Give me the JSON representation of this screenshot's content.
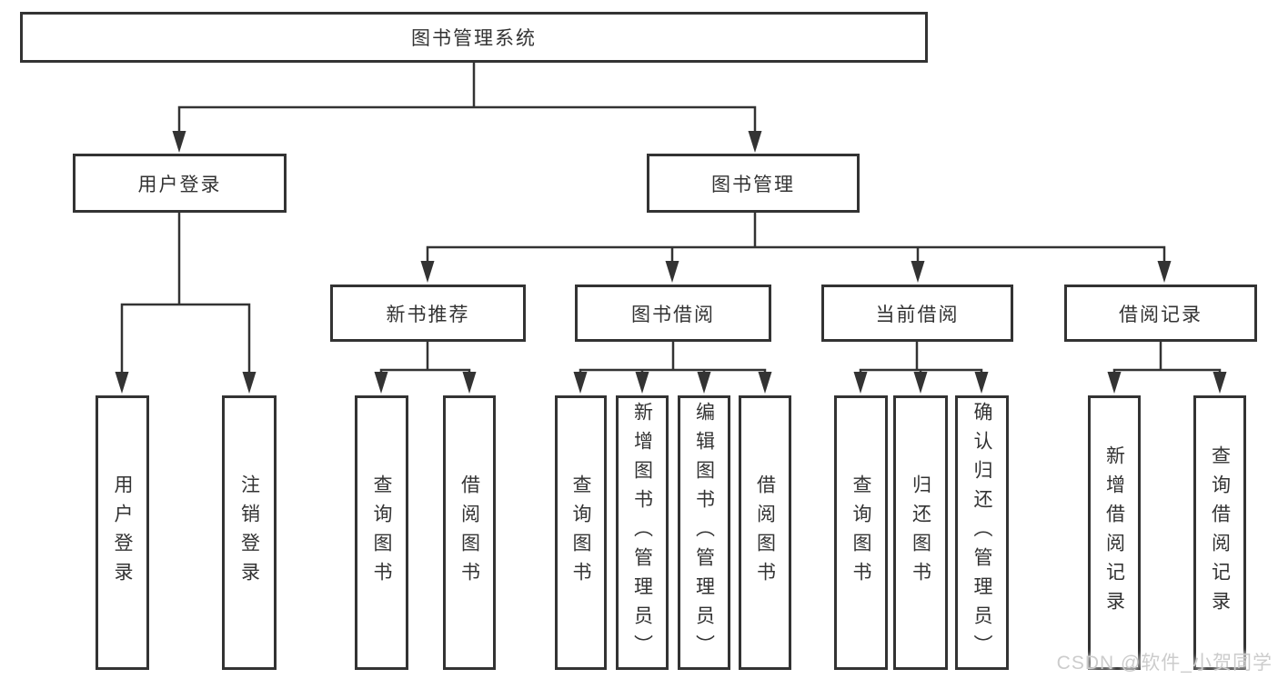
{
  "diagram_type": "hierarchy-tree",
  "colors": {
    "line": "#333333",
    "box_border": "#333333",
    "text": "#333333",
    "background": "#ffffff",
    "watermark": "#cccccc"
  },
  "watermark": {
    "text": "CSDN @软件_小贺同学"
  },
  "tree": {
    "label": "图书管理系统",
    "children": [
      {
        "label": "用户登录",
        "children": [
          {
            "label": "用户登录"
          },
          {
            "label": "注销登录"
          }
        ]
      },
      {
        "label": "图书管理",
        "children": [
          {
            "label": "新书推荐",
            "children": [
              {
                "label": "查询图书"
              },
              {
                "label": "借阅图书"
              }
            ]
          },
          {
            "label": "图书借阅",
            "children": [
              {
                "label": "查询图书"
              },
              {
                "label": "新增图书（管理员）"
              },
              {
                "label": "编辑图书（管理员）"
              },
              {
                "label": "借阅图书"
              }
            ]
          },
          {
            "label": "当前借阅",
            "children": [
              {
                "label": "查询图书"
              },
              {
                "label": "归还图书"
              },
              {
                "label": "确认归还（管理员）"
              }
            ]
          },
          {
            "label": "借阅记录",
            "children": [
              {
                "label": "新增借阅记录"
              },
              {
                "label": "查询借阅记录"
              }
            ]
          }
        ]
      }
    ]
  }
}
